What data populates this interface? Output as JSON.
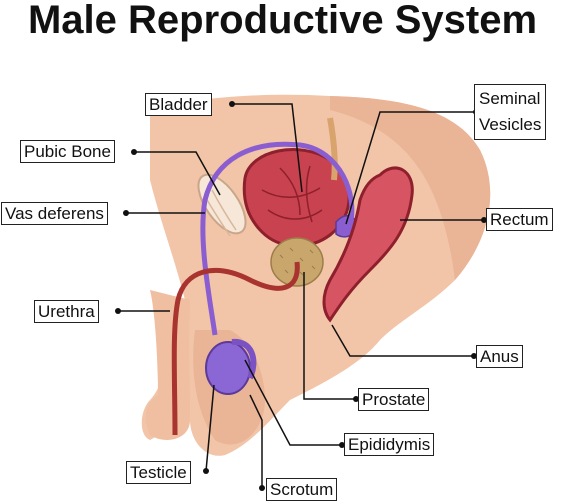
{
  "title": "Male Reproductive System",
  "colors": {
    "skin": "#f2c4a8",
    "skin_shade": "#e4a889",
    "bladder": "#c8424f",
    "bladder_dark": "#8e1f2c",
    "vas_deferens": "#8a5ed0",
    "prostate": "#c9a66b",
    "rectum": "#d75562",
    "testicle": "#8b67d6",
    "urethra": "#a8332f"
  },
  "labels": {
    "bladder": "Bladder",
    "pubic_bone": "Pubic Bone",
    "vas_deferens": "Vas deferens",
    "urethra": "Urethra",
    "testicle": "Testicle",
    "scrotum": "Scrotum",
    "epididymis": "Epididymis",
    "prostate": "Prostate",
    "anus": "Anus",
    "rectum": "Rectum",
    "seminal_vesicles_line1": "Seminal",
    "seminal_vesicles_line2": "Vesicles"
  }
}
